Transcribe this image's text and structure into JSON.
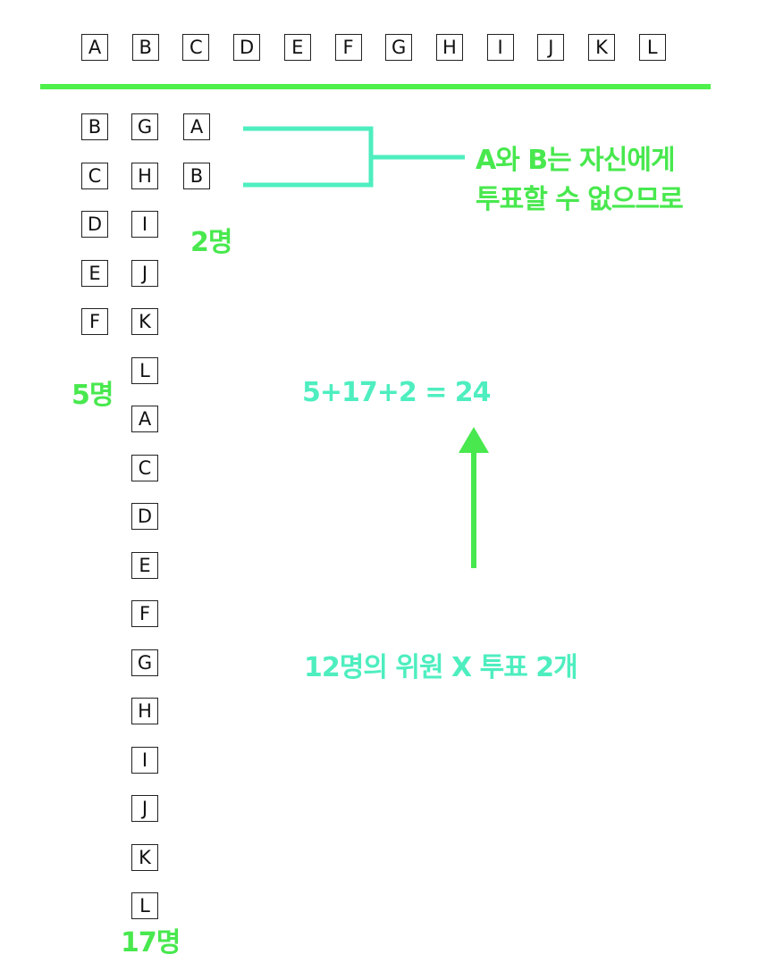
{
  "top_row": [
    "A",
    "B",
    "C",
    "D",
    "E",
    "F",
    "G",
    "H",
    "I",
    "J",
    "K",
    "L"
  ],
  "column1": [
    "B",
    "C",
    "D",
    "E",
    "F"
  ],
  "column2": [
    "G",
    "H",
    "I",
    "J",
    "K",
    "L",
    "A",
    "C",
    "D",
    "E",
    "F",
    "G",
    "H",
    "I",
    "J",
    "K",
    "L"
  ],
  "column3": [
    "A",
    "B"
  ],
  "labels": {
    "count_col1": "5명",
    "count_col2": "17명",
    "count_col3": "2명",
    "note_line1": "A와 B는 자신에게",
    "note_line2": "투표할 수 없으므로",
    "equation": "5+17+2 = 24",
    "caption": "12명의 위원 X 투표 2개"
  },
  "colors": {
    "green": "#48e84e",
    "teal": "#4eeebf"
  }
}
